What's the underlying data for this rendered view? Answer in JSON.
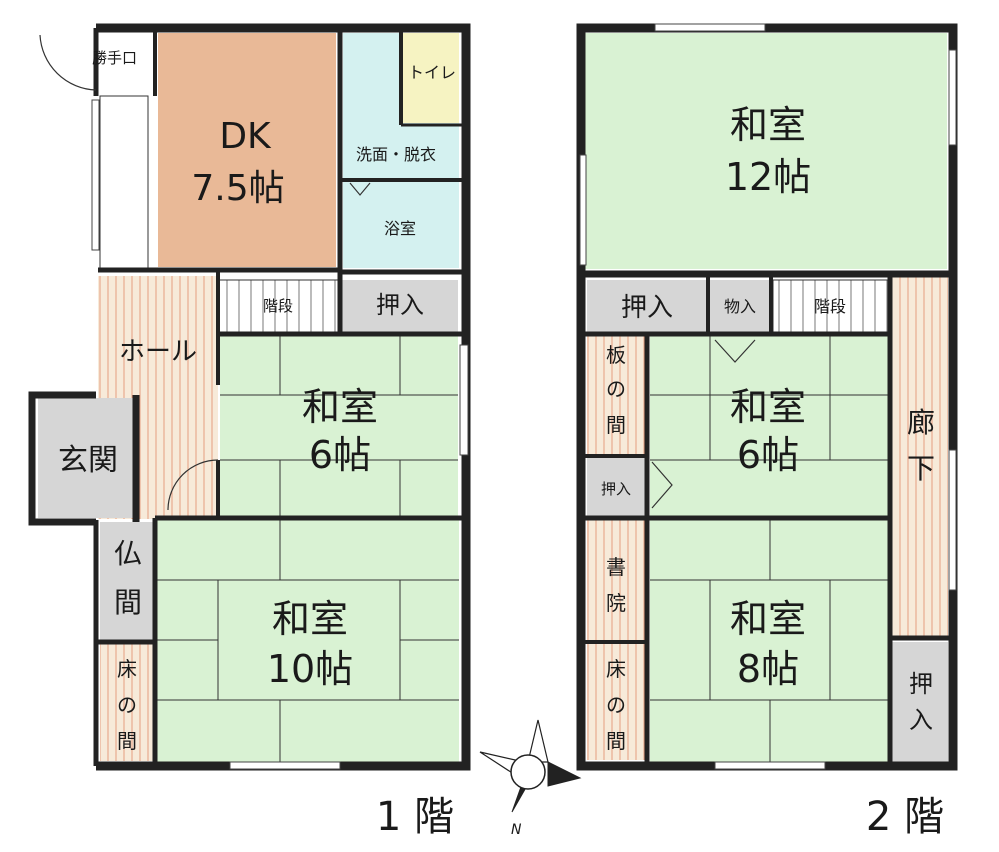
{
  "colors": {
    "tatami": "#d9f2d3",
    "wood_floor": "#e9b997",
    "wet_area": "#d4f1f0",
    "toilet": "#f6f3c2",
    "storage": "#d6d6d6",
    "corridor": "#f7ead9",
    "wall": "#222222"
  },
  "floor1": {
    "label": "1 階",
    "rooms": {
      "katte": "勝手口",
      "dk_name": "DK",
      "dk_size": "7.5帖",
      "toilet": "トイレ",
      "senmen": "洗面・脱衣",
      "yokushitsu": "浴室",
      "kaidan": "階段",
      "oshiire": "押入",
      "hall": "ホール",
      "genkan": "玄関",
      "washitsu6_name": "和室",
      "washitsu6_size": "6帖",
      "butsuma_1": "仏",
      "butsuma_2": "間",
      "washitsu10_name": "和室",
      "washitsu10_size": "10帖",
      "tokonoma_1": "床",
      "tokonoma_2": "の",
      "tokonoma_3": "間"
    }
  },
  "floor2": {
    "label": "2 階",
    "rooms": {
      "washitsu12_name": "和室",
      "washitsu12_size": "12帖",
      "oshiire_a": "押入",
      "monoire": "物入",
      "kaidan": "階段",
      "itanoma_1": "板",
      "itanoma_2": "の",
      "itanoma_3": "間",
      "washitsu6_name": "和室",
      "washitsu6_size": "6帖",
      "rouka_1": "廊",
      "rouka_2": "下",
      "oshiire_b": "押入",
      "shoin_1": "書",
      "shoin_2": "院",
      "washitsu8_name": "和室",
      "washitsu8_size": "8帖",
      "tokonoma_1": "床",
      "tokonoma_2": "の",
      "tokonoma_3": "間",
      "oshiire_c_1": "押",
      "oshiire_c_2": "入"
    }
  },
  "compass": {
    "north_label": "N",
    "icon": "compass-icon"
  }
}
